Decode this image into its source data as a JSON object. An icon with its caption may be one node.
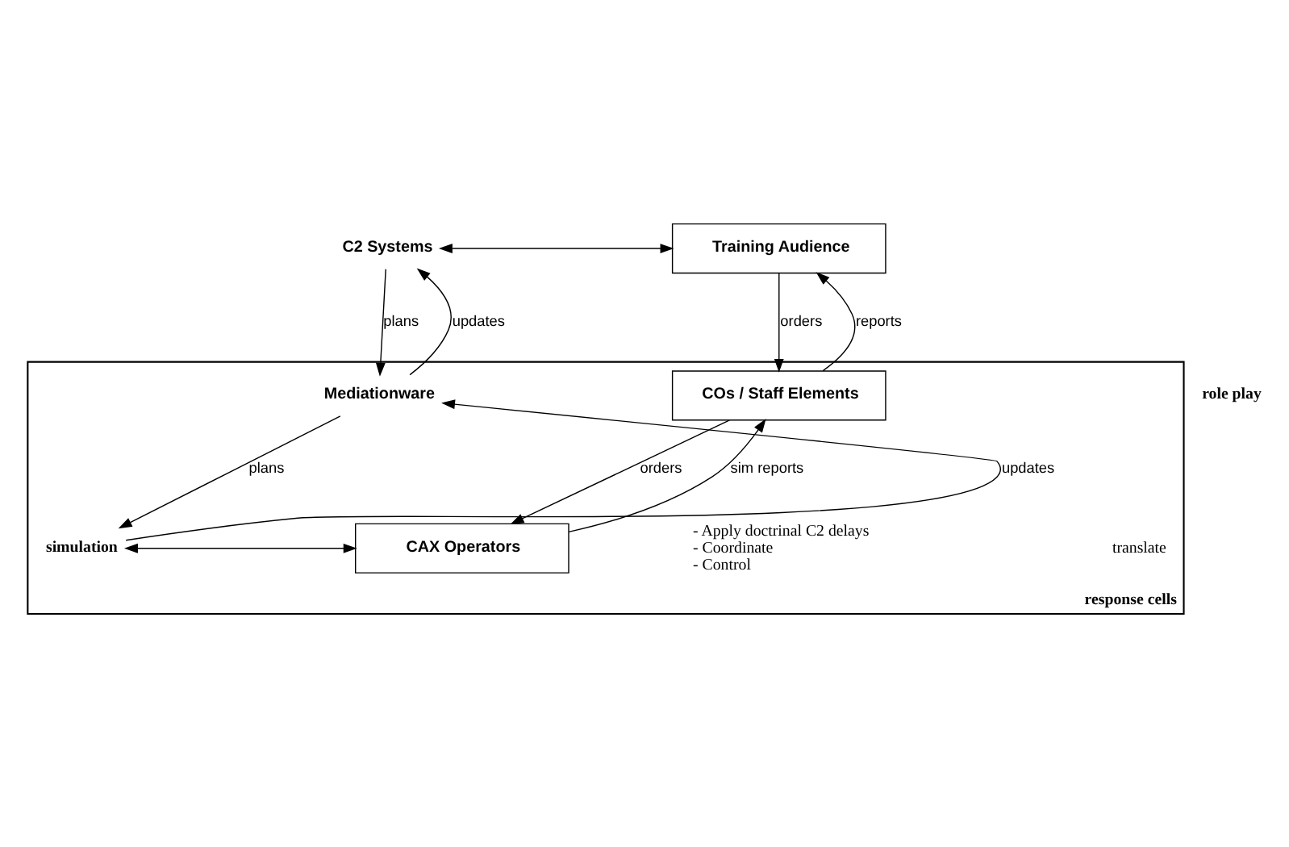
{
  "diagram": {
    "nodes": [
      {
        "text": [
          "C2 Systems"
        ]
      },
      {
        "text": [
          "Training Audience"
        ]
      },
      {
        "text": [
          "response cells"
        ]
      },
      {
        "text": [
          "Mediationware"
        ],
        "in": 2
      },
      {
        "text": [
          "COs / Staff Elements"
        ],
        "in": 2
      },
      {
        "text": [
          "simulation"
        ],
        "in": 2
      },
      {
        "text": [
          "CAX Operators"
        ],
        "in": 2
      }
    ],
    "edges": [
      {
        "from": 0,
        "to": 1,
        "arrow": "both"
      },
      {
        "from": 0,
        "to": 3,
        "arrow": "to",
        "label": "plans"
      },
      {
        "from": 3,
        "to": 0,
        "arrow": "to",
        "label": "updates"
      },
      {
        "from": 1,
        "to": 4,
        "arrow": "to",
        "label": "orders"
      },
      {
        "from": 4,
        "to": 1,
        "arrow": "to",
        "label": "reports"
      },
      {
        "from": 3,
        "to": 5,
        "arrow": "to",
        "label": "plans"
      },
      {
        "from": 5,
        "to": 3,
        "arrow": "to",
        "label": "updates"
      },
      {
        "from": 4,
        "to": 6,
        "arrow": "to",
        "label": "orders"
      },
      {
        "from": 6,
        "to": 4,
        "arrow": "to",
        "label": "sim reports"
      },
      {
        "from": 5,
        "to": 6,
        "arrow": "both"
      }
    ],
    "labels": [
      "role play",
      "- Apply doctrinal C2 delays",
      "- Coordinate",
      "- Control",
      "translate"
    ]
  }
}
